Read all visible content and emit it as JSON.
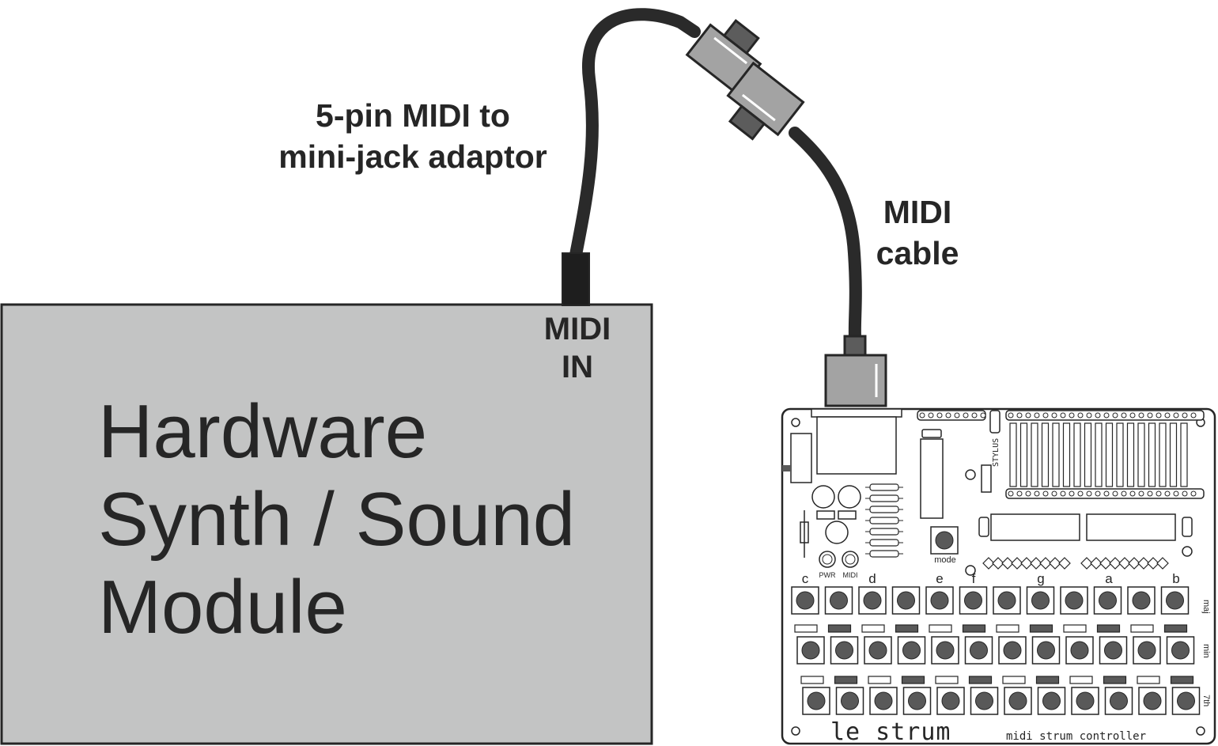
{
  "labels": {
    "adaptor_line1": "5-pin MIDI to",
    "adaptor_line2": "mini-jack adaptor",
    "cable_line1": "MIDI",
    "cable_line2": "cable",
    "midi_in_line1": "MIDI",
    "midi_in_line2": "IN"
  },
  "synth": {
    "line1": "Hardware",
    "line2": "Synth / Sound",
    "line3": "Module",
    "fill": "#c3c4c4"
  },
  "controller": {
    "brand": "le strum",
    "tagline": "midi strum controller",
    "stylus": "STYLUS",
    "mode": "mode",
    "pwr": "PWR",
    "midi": "MIDI",
    "notes": [
      "c",
      "d",
      "e",
      "f",
      "g",
      "a",
      "b"
    ],
    "rows": [
      "maj",
      "min",
      "7th"
    ]
  },
  "colors": {
    "cable": "#2a2a2a",
    "adaptor": "#a3a3a3",
    "button": "#595959",
    "outline": "#262626"
  }
}
